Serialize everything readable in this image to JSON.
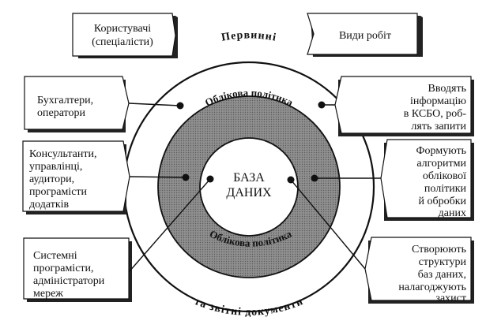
{
  "center": {
    "line1": "БАЗА",
    "line2": "ДАНИХ"
  },
  "outer_ring": {
    "top": "Первинні",
    "bottom": "та звітні документи"
  },
  "inner_ring": {
    "top": "Облікова політика",
    "bottom": "Облікова політика"
  },
  "header_left": {
    "line1": "Користувачі",
    "line2": "(спеціалісти)"
  },
  "header_right": {
    "line1": "Види робіт"
  },
  "left_boxes": [
    {
      "lines": [
        "Бухгалтери,",
        "оператори"
      ]
    },
    {
      "lines": [
        "Консультанти,",
        "управлінці,",
        "аудитори,",
        "програмісти",
        "додатків"
      ]
    },
    {
      "lines": [
        "Системні",
        "програмісти,",
        "адміністратори",
        "мереж"
      ]
    }
  ],
  "right_boxes": [
    {
      "lines": [
        "Вводять",
        "інформацію",
        "в КСБО, роб-",
        "лять запити"
      ]
    },
    {
      "lines": [
        "Формують",
        "алгоритми",
        "облікової",
        "політики",
        "й обробки",
        "даних"
      ]
    },
    {
      "lines": [
        "Створюють",
        "структури",
        "баз даних,",
        "налагоджують",
        "захист"
      ]
    }
  ]
}
